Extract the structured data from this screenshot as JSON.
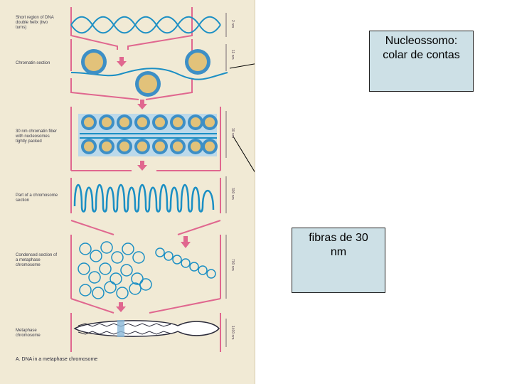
{
  "figure": {
    "labels": {
      "dna": "Short region of DNA double helix (two turns)",
      "chromatin": "Chromatin section",
      "fiber": "30 nm chromatin fiber with nucleosomes tightly packed",
      "chromosome_section": "Part of a chromosome section",
      "condensed": "Condensed section of a metaphase chromosome",
      "metaphase": "Metaphase chromosome"
    },
    "scales": {
      "s1": "2 nm",
      "s2": "11 nm",
      "s3": "30 nm",
      "s4": "300 nm",
      "s5": "700 nm",
      "s6": "1400 nm"
    },
    "caption": "A. DNA in a metaphase chromosome"
  },
  "callouts": {
    "nucleosome": "Nucleossomo:\ncolar de contas",
    "fiber": "fibras de 30\nnm"
  },
  "colors": {
    "dna": "#1b8fc4",
    "nucleosome_core": "#e2c27a",
    "nucleosome_ring": "#3d8fc6",
    "pink": "#e0678f",
    "callout_bg": "#cde0e6"
  }
}
